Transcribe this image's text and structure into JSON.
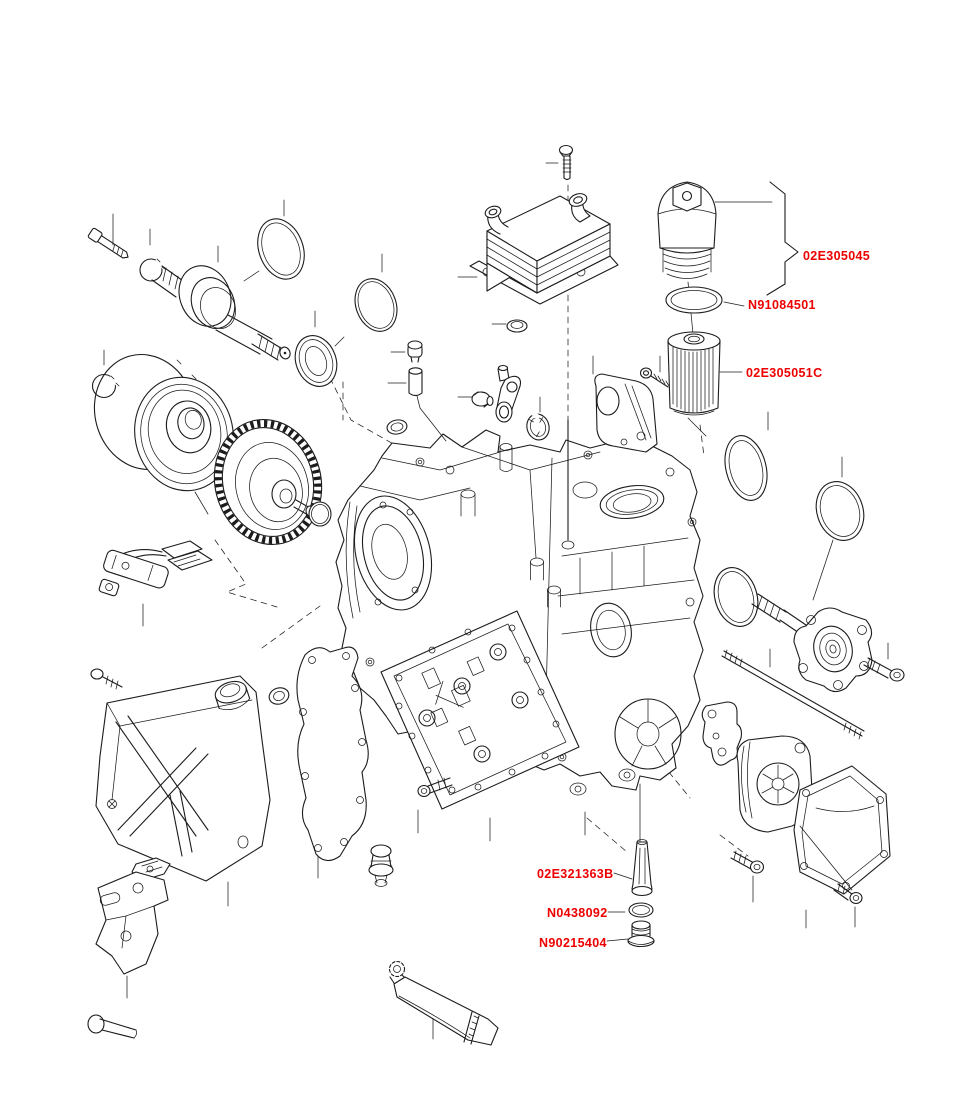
{
  "diagram": {
    "type": "exploded-parts-diagram",
    "subject": "dual-clutch-gearbox",
    "background_color": "#ffffff",
    "line_color": "#1c1c1c",
    "label_color": "#ee0000",
    "labels": [
      {
        "part": "02E305045"
      },
      {
        "part": "N91084501"
      },
      {
        "part": "02E305051C"
      },
      {
        "part": "02E321363B"
      },
      {
        "part": "N0438092"
      },
      {
        "part": "N90215404"
      }
    ]
  }
}
